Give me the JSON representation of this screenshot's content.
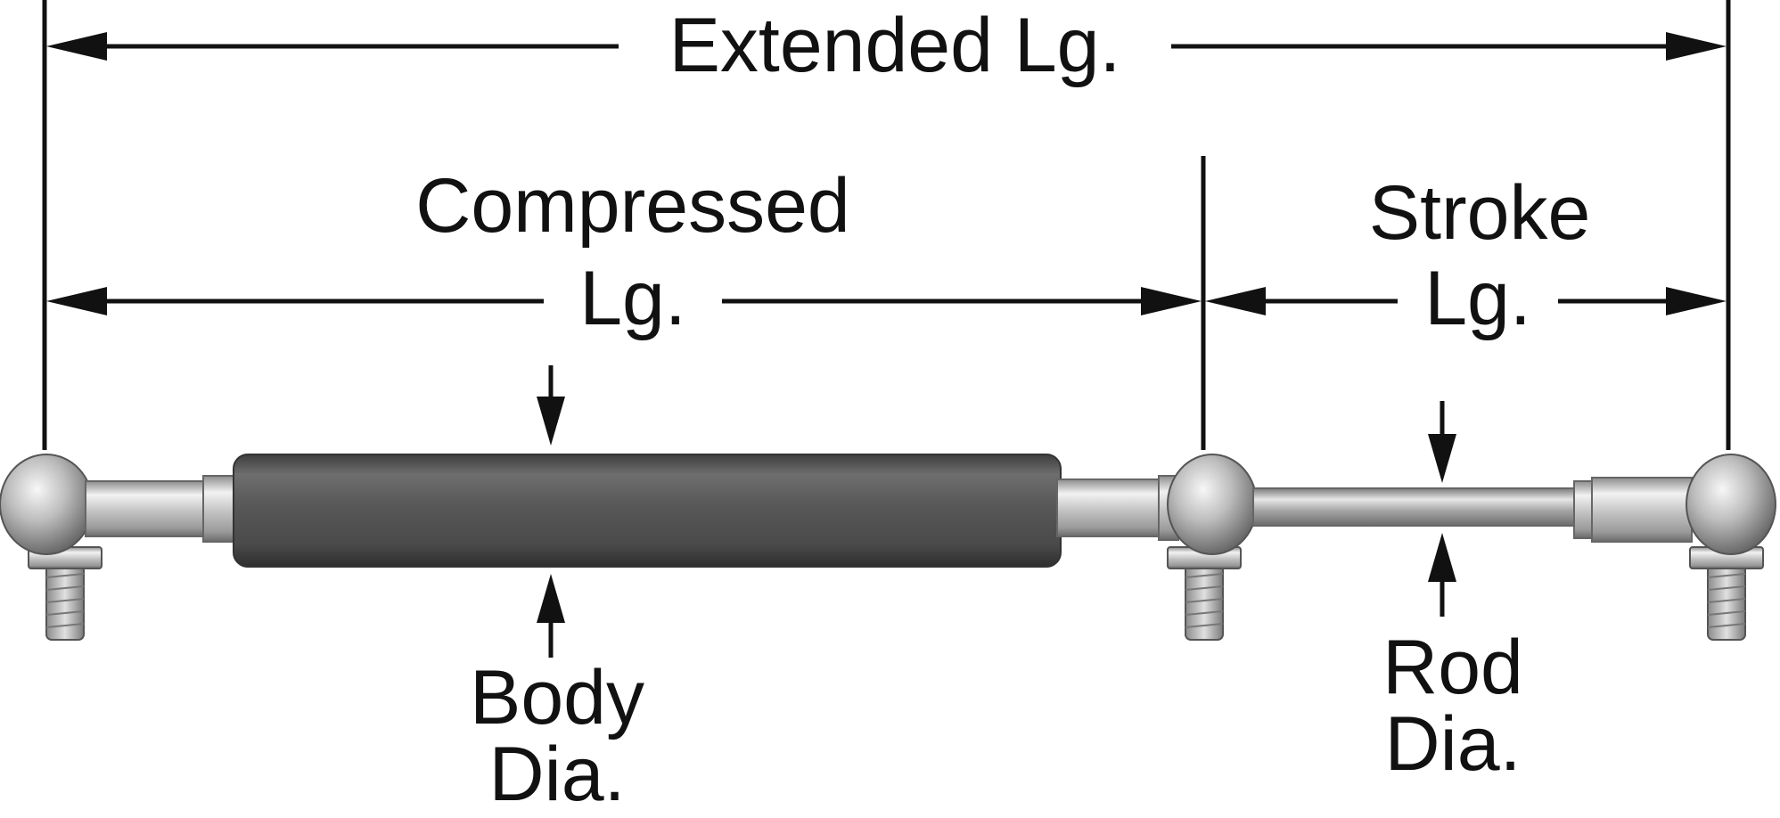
{
  "labels": {
    "extended": "Extended Lg.",
    "compressed_line1": "Compressed",
    "compressed_line2": "Lg.",
    "stroke_line1": "Stroke",
    "stroke_line2": "Lg.",
    "body_line1": "Body",
    "body_line2": "Dia.",
    "rod_line1": "Rod",
    "rod_line2": "Dia."
  },
  "colors": {
    "line": "#111111",
    "body": "#5a5a5a",
    "metal": "#c9c9c9",
    "rod": "#a8a8a8"
  },
  "icons": [
    "ball-joint-end-fitting",
    "threaded-stud",
    "hex-nut"
  ]
}
